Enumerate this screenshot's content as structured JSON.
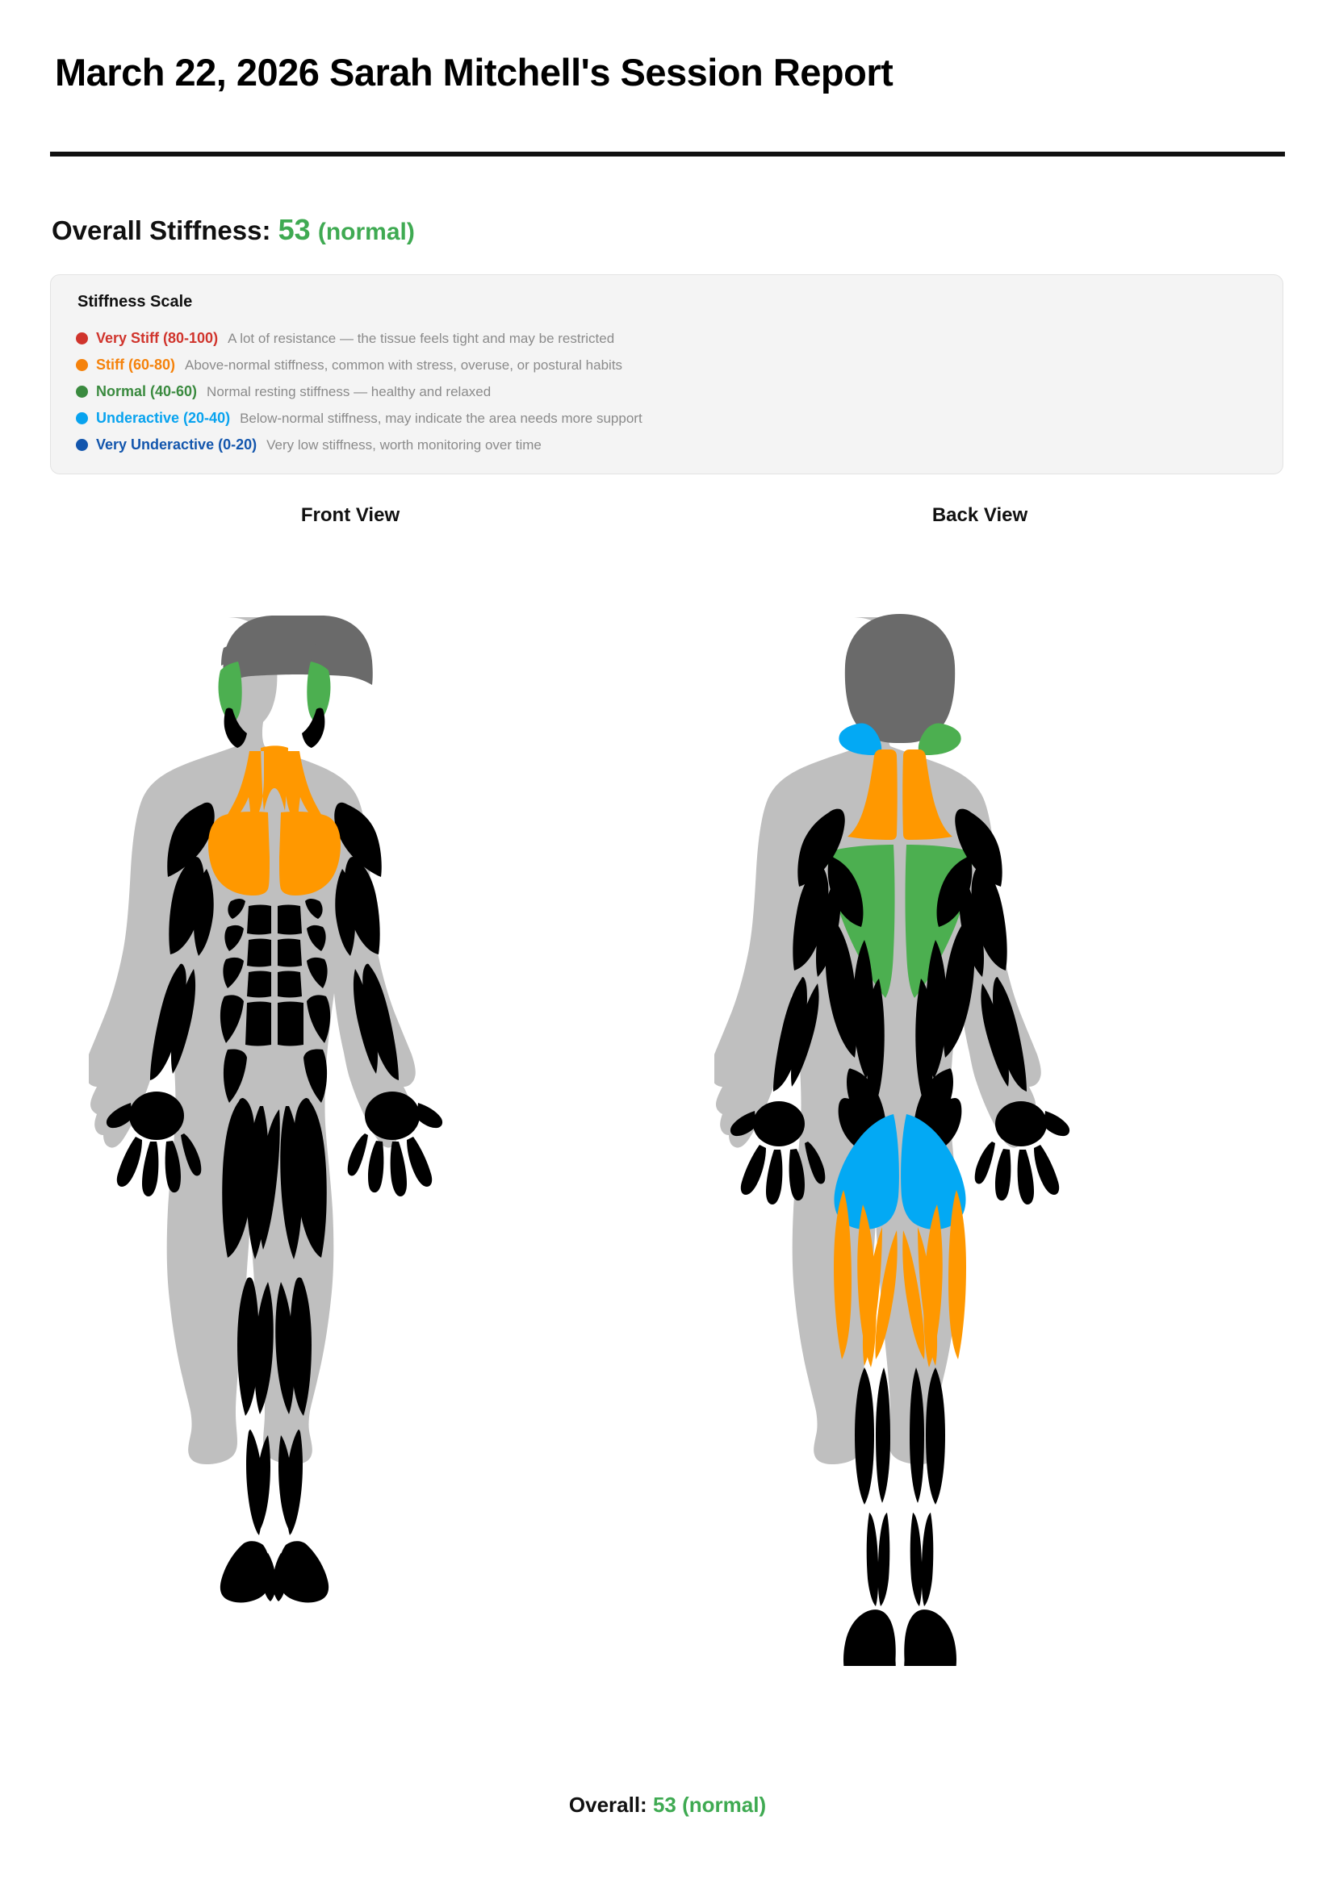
{
  "report": {
    "title": "March 22, 2026 Sarah Mitchell's Session Report",
    "overall_label": "Overall Stiffness:",
    "overall_score": "53",
    "overall_status": "(normal)",
    "footer_label": "Overall:",
    "footer_value": "53 (normal)"
  },
  "legend": {
    "heading": "Stiffness Scale",
    "items": [
      {
        "name": "Very Stiff (80-100)",
        "desc": "A lot of resistance — the tissue feels tight and may be restricted",
        "color": "#d0342c"
      },
      {
        "name": "Stiff (60-80)",
        "desc": "Above-normal stiffness, common with stress, overuse, or postural habits",
        "color": "#f5820b"
      },
      {
        "name": "Normal (40-60)",
        "desc": "Normal resting stiffness — healthy and relaxed",
        "color": "#3a8a3f"
      },
      {
        "name": "Underactive (20-40)",
        "desc": "Below-normal stiffness, may indicate the area needs more support",
        "color": "#08a3ef"
      },
      {
        "name": "Very Underactive (0-20)",
        "desc": "Very low stiffness, worth monitoring over time",
        "color": "#1356ad"
      }
    ]
  },
  "views": {
    "front_label": "Front View",
    "back_label": "Back View"
  },
  "palette": {
    "very_stiff": "#d0342c",
    "stiff": "#ff9800",
    "normal": "#4caf50",
    "underactive": "#03a9f4",
    "very_underactive": "#1356ad",
    "muscle_unmeasured": "#000000",
    "body_outline": "#bfbfbf",
    "skin": "#bfbfbf",
    "hair": "#6a6a6a"
  },
  "body_map": {
    "front": [
      {
        "region": "temporalis-left",
        "status": "normal",
        "color": "#4caf50"
      },
      {
        "region": "temporalis-right",
        "status": "normal",
        "color": "#4caf50"
      },
      {
        "region": "sternocleidomastoid",
        "status": "stiff",
        "color": "#ff9800"
      },
      {
        "region": "pectoralis-left",
        "status": "stiff",
        "color": "#ff9800"
      },
      {
        "region": "pectoralis-right",
        "status": "stiff",
        "color": "#ff9800"
      }
    ],
    "back": [
      {
        "region": "suboccipital-left",
        "status": "underactive",
        "color": "#03a9f4"
      },
      {
        "region": "suboccipital-right",
        "status": "normal",
        "color": "#4caf50"
      },
      {
        "region": "upper-trapezius",
        "status": "stiff",
        "color": "#ff9800"
      },
      {
        "region": "mid-lower-trapezius",
        "status": "normal",
        "color": "#4caf50"
      },
      {
        "region": "gluteus-left",
        "status": "underactive",
        "color": "#03a9f4"
      },
      {
        "region": "gluteus-right",
        "status": "underactive",
        "color": "#03a9f4"
      },
      {
        "region": "hamstrings-left",
        "status": "stiff",
        "color": "#ff9800"
      },
      {
        "region": "hamstrings-right",
        "status": "stiff",
        "color": "#ff9800"
      }
    ]
  }
}
